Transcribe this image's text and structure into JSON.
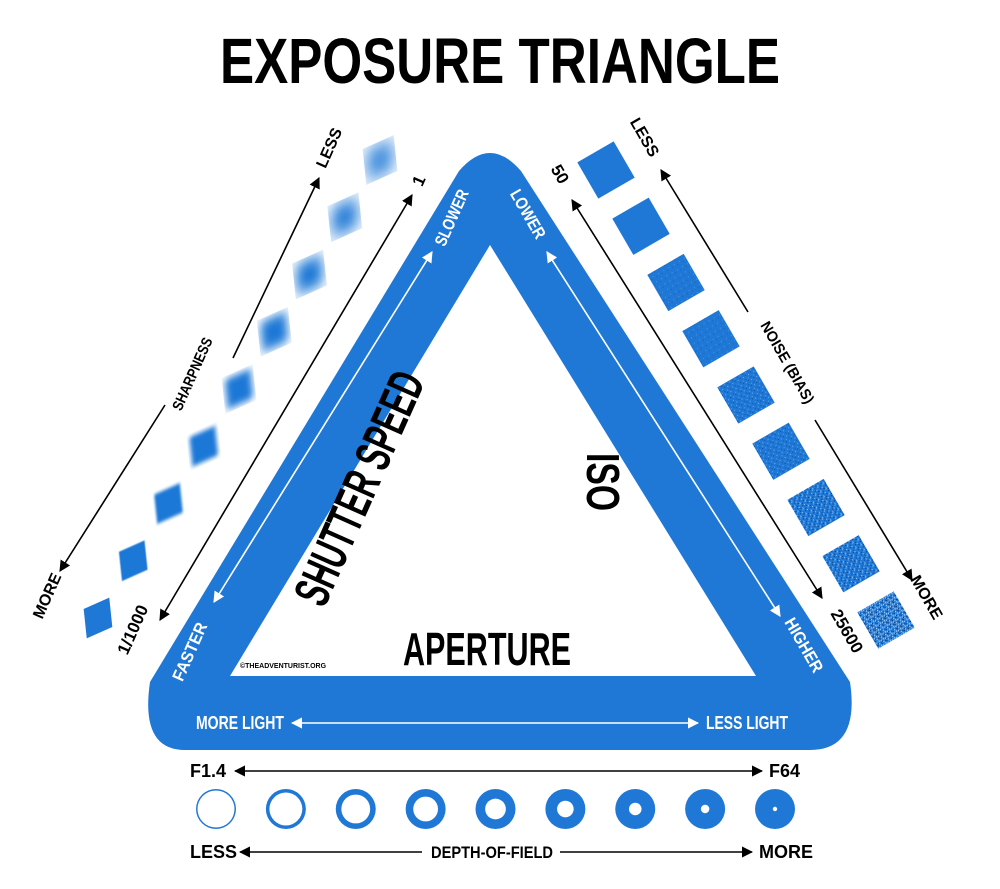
{
  "title": "EXPOSURE TRIANGLE",
  "sides": {
    "left": "SHUTTER SPEED",
    "right": "ISO",
    "bottom": "APERTURE"
  },
  "shutter": {
    "slower": "SLOWER",
    "faster": "FASTER",
    "min_value": "1/1000",
    "max_value": "1",
    "sharpness_label": "SHARPNESS",
    "less": "LESS",
    "more": "MORE",
    "samples": 9
  },
  "iso": {
    "lower": "LOWER",
    "higher": "HIGHER",
    "min_value": "50",
    "max_value": "25600",
    "noise_label": "NOISE (BIAS)",
    "less": "LESS",
    "more": "MORE",
    "samples": 9
  },
  "aperture": {
    "more_light": "MORE LIGHT",
    "less_light": "LESS LIGHT",
    "min_value": "F1.4",
    "max_value": "F64",
    "dof_label": "DEPTH-OF-FIELD",
    "less": "LESS",
    "more": "MORE",
    "samples": 9
  },
  "credit": "©THEADVENTURIST.ORG",
  "colors": {
    "accent": "#1f78d6",
    "text": "#000000",
    "on_accent": "#ffffff"
  }
}
